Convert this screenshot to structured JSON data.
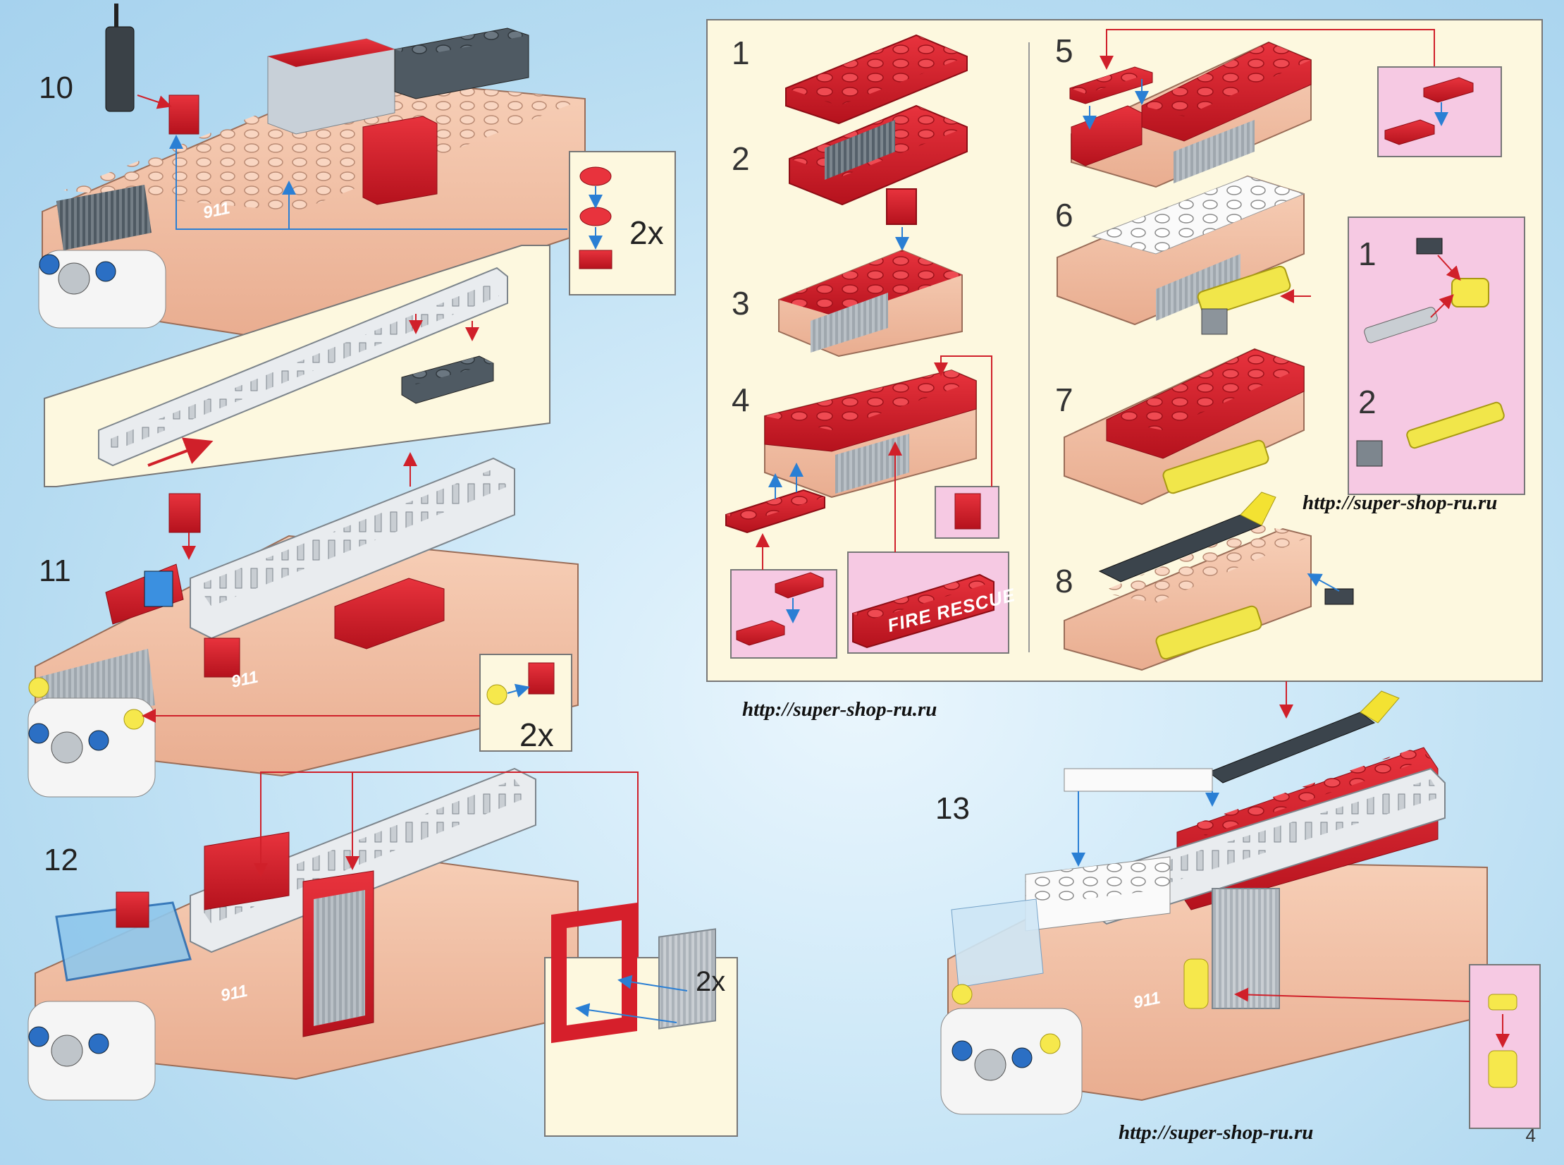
{
  "steps": {
    "s10": "10",
    "s11": "11",
    "s12": "12",
    "s13": "13"
  },
  "sub_steps": {
    "a1": "1",
    "a2": "2",
    "a3": "3",
    "a4": "4",
    "a5": "5",
    "a6": "6",
    "a7": "7",
    "a8": "8",
    "b1": "1",
    "b2": "2"
  },
  "multipliers": {
    "m10": "2x",
    "m11": "2x",
    "m12": "2x"
  },
  "truck_label": "911",
  "fire_rescue_label": "FIRE RESCUE",
  "urls": {
    "u1": "http://super-shop-ru.ru",
    "u2": "http://super-shop-ru.ru",
    "u3": "http://super-shop-ru.ru"
  },
  "page_number": "4",
  "colors": {
    "background": "#b5dbf1",
    "panel_cream": "#fdf8df",
    "panel_pink": "#f6c9e3",
    "brick_red": "#d61f2b",
    "brick_tan": "#f3c0a5",
    "brick_grey": "#5a6670",
    "arrow_red": "#d0202a",
    "arrow_blue": "#2a7fd4"
  }
}
